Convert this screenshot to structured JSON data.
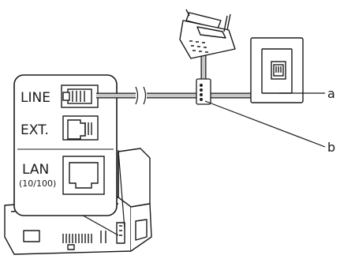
{
  "ports": {
    "line": "LINE",
    "ext": "EXT.",
    "lan": "LAN",
    "lan_speed": "(10/100)"
  },
  "callouts": {
    "a": "a",
    "b": "b"
  },
  "colors": {
    "cable": "#c8c8c8",
    "outline": "#1a1a1a",
    "panel_fill": "#ffffff"
  }
}
